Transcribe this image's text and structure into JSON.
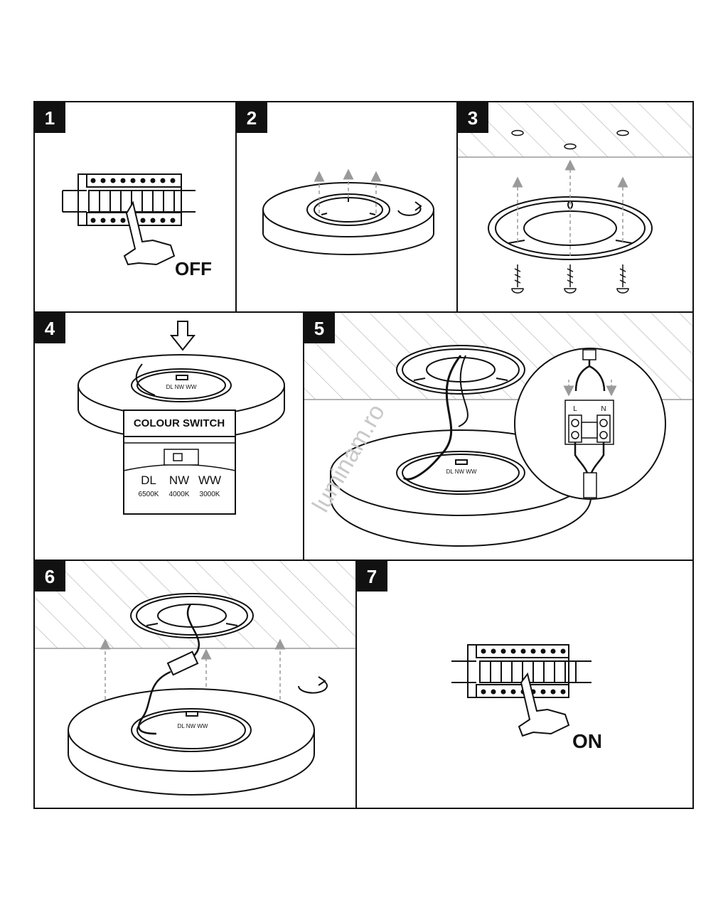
{
  "steps": [
    {
      "number": "1",
      "caption": "OFF"
    },
    {
      "number": "2"
    },
    {
      "number": "3"
    },
    {
      "number": "4",
      "switch_title": "COLOUR SWITCH",
      "modes": [
        {
          "label": "DL",
          "temp": "6500K"
        },
        {
          "label": "NW",
          "temp": "4000K"
        },
        {
          "label": "WW",
          "temp": "3000K"
        }
      ],
      "ring_labels": "DL NW WW"
    },
    {
      "number": "5",
      "terminal_left": "L",
      "terminal_right": "N",
      "ring_labels": "DL NW WW",
      "watermark": "luminam.ro"
    },
    {
      "number": "6",
      "ring_labels": "DL NW WW"
    },
    {
      "number": "7",
      "caption": "ON"
    }
  ],
  "colors": {
    "line": "#111111",
    "hatch": "#bdbdbd",
    "arrow": "#9a9a9a",
    "badge": "#111111"
  },
  "icons": [
    "breaker-panel-icon",
    "hand-icon",
    "rotate-arrow-icon",
    "screw-icon",
    "down-arrow-icon",
    "connector-icon"
  ]
}
